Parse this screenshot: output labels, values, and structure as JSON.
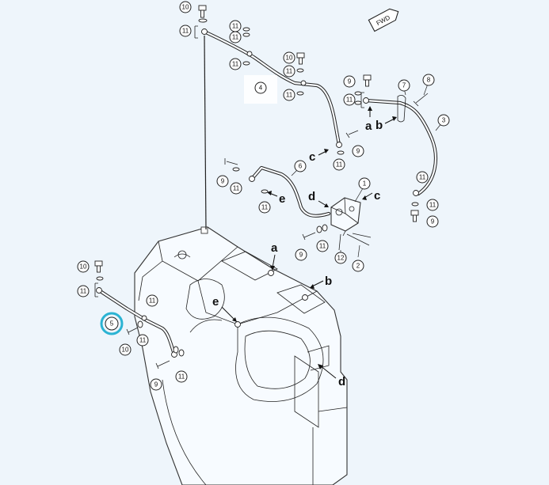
{
  "fwd_label": "FWD",
  "callouts": {
    "c1": "1",
    "c2": "2",
    "c3": "3",
    "c4": "4",
    "c5": "5",
    "c6": "6",
    "c7": "7",
    "c8": "8",
    "c9": "9",
    "c10": "10",
    "c11": "11",
    "c12": "12"
  },
  "letters": {
    "a": "a",
    "b": "b",
    "c": "c",
    "d": "d",
    "e": "e"
  },
  "highlight": {
    "part": "5",
    "color": "#2bb3d3"
  }
}
